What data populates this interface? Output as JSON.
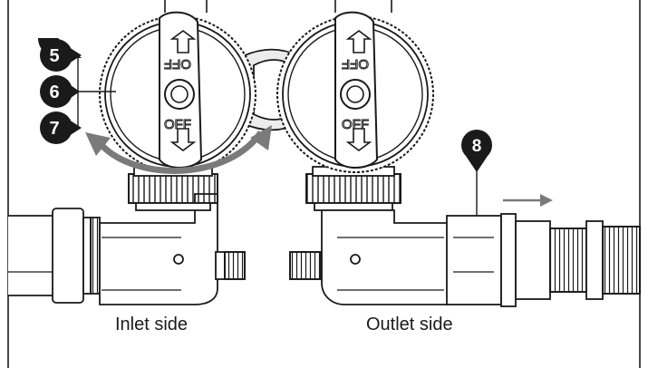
{
  "callouts": {
    "c5": "5",
    "c6": "6",
    "c7": "7",
    "c8": "8"
  },
  "valves": {
    "left": {
      "upper_text": "OFF",
      "lower_text": "OFF"
    },
    "right": {
      "upper_text": "OFF",
      "lower_text": "OFF"
    }
  },
  "labels": {
    "inlet": "Inlet side",
    "outlet": "Outlet side"
  },
  "colors": {
    "line": "#1a1a1a",
    "arrow_gray": "#7a7a7a",
    "body_fill": "#ffffff",
    "shade": "#d6d6d6"
  }
}
